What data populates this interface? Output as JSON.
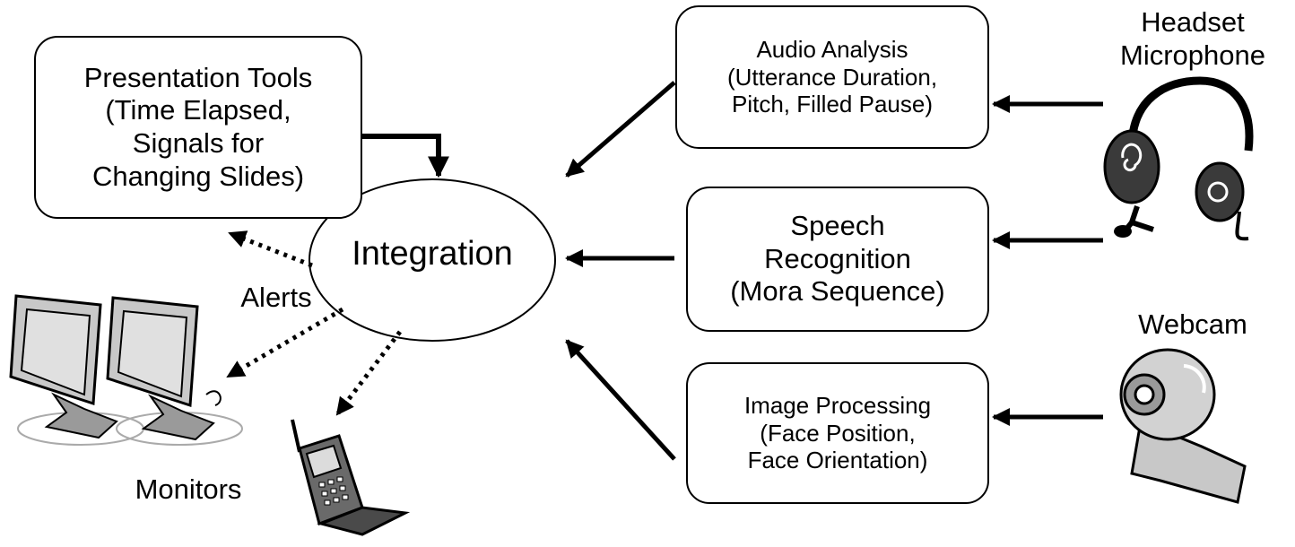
{
  "nodes": {
    "presentation_tools": {
      "lines": [
        "Presentation Tools",
        "(Time Elapsed,",
        "Signals for",
        "Changing Slides)"
      ]
    },
    "integration": {
      "label": "Integration"
    },
    "audio_analysis": {
      "lines": [
        "Audio Analysis",
        "(Utterance Duration,",
        "Pitch, Filled Pause)"
      ]
    },
    "speech_recognition": {
      "lines": [
        "Speech",
        "Recognition",
        "(Mora Sequence)"
      ]
    },
    "image_processing": {
      "lines": [
        "Image Processing",
        "(Face Position,",
        "Face Orientation)"
      ]
    }
  },
  "devices": {
    "headset": {
      "lines": [
        "Headset",
        "Microphone"
      ],
      "icon": "headset-microphone-icon"
    },
    "webcam": {
      "label": "Webcam",
      "icon": "webcam-icon"
    },
    "monitors": {
      "label": "Monitors",
      "icon": "monitors-icon"
    },
    "phone": {
      "icon": "mobile-phone-icon"
    }
  },
  "edges": {
    "alerts_label": "Alerts"
  }
}
